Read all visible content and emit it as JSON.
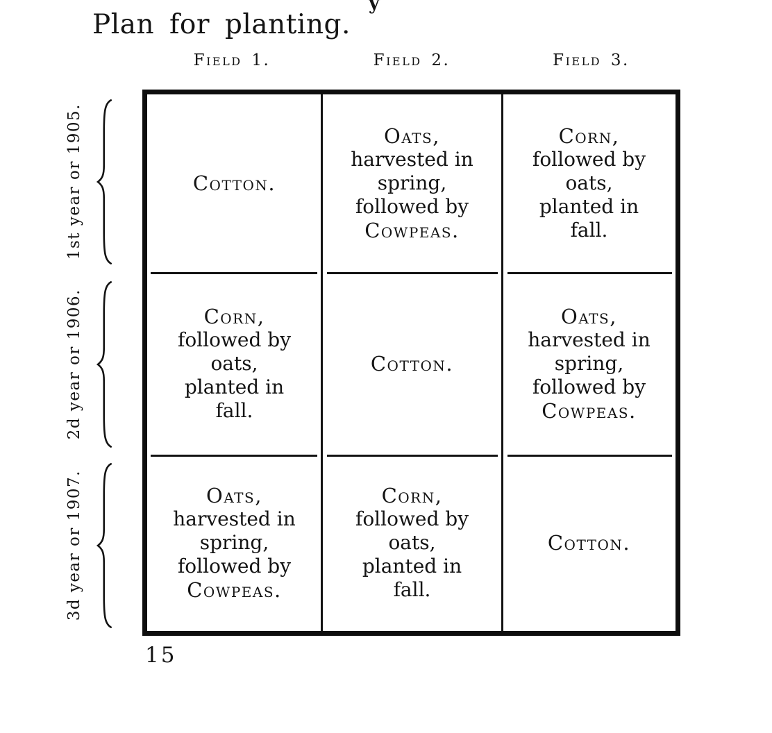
{
  "page": {
    "title": "Plan for planting.",
    "top_mark": "y",
    "page_number": "15"
  },
  "table": {
    "column_headers": [
      "Field 1.",
      "Field 2.",
      "Field 3."
    ],
    "row_labels": [
      "1st year or 1905.",
      "2d year or 1906.",
      "3d year or 1907."
    ],
    "cells": [
      [
        {
          "lines": [
            "Cotton."
          ]
        },
        {
          "lines": [
            "Oats,",
            "harvested in",
            "spring,",
            "followed by",
            "Cowpeas."
          ]
        },
        {
          "lines": [
            "Corn,",
            "followed by",
            "oats,",
            "planted in",
            "fall."
          ]
        }
      ],
      [
        {
          "lines": [
            "Corn,",
            "followed by",
            "oats,",
            "planted in",
            "fall."
          ]
        },
        {
          "lines": [
            "Cotton."
          ]
        },
        {
          "lines": [
            "Oats,",
            "harvested in",
            "spring,",
            "followed by",
            "Cowpeas."
          ]
        }
      ],
      [
        {
          "lines": [
            "Oats,",
            "harvested in",
            "spring,",
            "followed by",
            "Cowpeas."
          ]
        },
        {
          "lines": [
            "Corn,",
            "followed by",
            "oats,",
            "planted in",
            "fall."
          ]
        },
        {
          "lines": [
            "Cotton."
          ]
        }
      ]
    ]
  },
  "colors": {
    "ink": "#141414",
    "paper": "#ffffff"
  }
}
